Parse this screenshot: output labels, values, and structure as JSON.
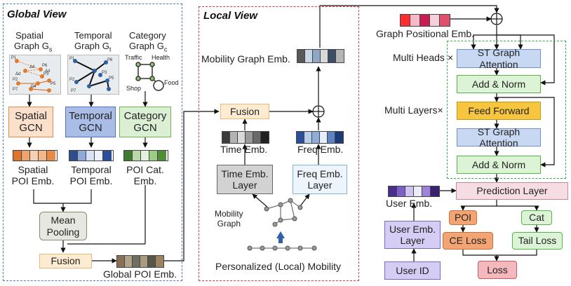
{
  "global_view": {
    "title": "Global View",
    "spatial_graph_label": "Spatial",
    "spatial_graph_label2": "Graph G",
    "spatial_sub": "s",
    "temporal_graph_label": "Temporal",
    "temporal_graph_label2": "Graph G",
    "temporal_sub": "t",
    "category_graph_label": "Category",
    "category_graph_label2": "Graph G",
    "category_sub": "c",
    "cat_nodes": {
      "traffic": "Traffic",
      "health": "Health",
      "shop": "Shop",
      "food": "Food"
    },
    "spatial_gcn": "Spatial\nGCN",
    "temporal_gcn": "Temporal\nGCN",
    "category_gcn": "Category\nGCN",
    "spatial_poi_emb": "Spatial\nPOI Emb.",
    "temporal_poi_emb": "Temporal\nPOI Emb.",
    "poi_cat_emb": "POI Cat.\nEmb.",
    "mean_pooling": "Mean\nPooling",
    "fusion": "Fusion",
    "global_poi_emb": "Global POI Emb."
  },
  "local_view": {
    "title": "Local View",
    "mobility_graph_emb": "Mobility Graph Emb.",
    "fusion": "Fusion",
    "time_emb": "Time Emb.",
    "freq_emb": "Freq Emb.",
    "time_emb_layer": "Time Emb.\nLayer",
    "freq_emb_layer": "Freq Emb.\nLayer",
    "mobility_graph": "Mobility\nGraph",
    "personalized_mobility": "Personalized (Local) Mobility"
  },
  "right": {
    "graph_positional_emb": "Graph Positional Emb.",
    "multi_heads": "Multi Heads",
    "multi_layers": "Multi Layers",
    "times": "×",
    "st_graph_attention_1": "ST Graph Attention",
    "add_norm_1": "Add & Norm",
    "feed_forward": "Feed Forward",
    "st_graph_attention_2": "ST Graph Attention",
    "add_norm_2": "Add & Norm",
    "prediction_layer": "Prediction Layer",
    "user_emb": "User Emb.",
    "user_emb_layer": "User Emb.\nLayer",
    "user_id": "User ID",
    "poi": "POI",
    "cat": "Cat",
    "ce_loss": "CE Loss",
    "tail_loss": "Tail Loss",
    "loss": "Loss"
  },
  "map_labels": [
    "P1",
    "P2",
    "P3",
    "P4",
    "P5",
    "P6",
    "P7",
    "Δd",
    "Δd",
    "Δd"
  ],
  "colors": {
    "global_border": "#4a78c4",
    "local_border": "#d13b3b",
    "transformer_border": "#2fae4a",
    "orange_fill": "#fbe0cc",
    "blue_fill": "#a9bde6",
    "green_fill": "#dcefd5",
    "attention_fill": "#c8d8f3",
    "ff_fill": "#f7c53e",
    "purple_fill": "#d5cdf4",
    "pred_fill": "#f6dde3",
    "poi_fill": "#f2a473",
    "loss_fill": "#f4b8bd",
    "gray_fill": "#d2d2d2",
    "lightblue_fill": "#eef4fc",
    "pooling_fill": "#e7e7e1",
    "fusion_fill": "#fdebd2"
  }
}
